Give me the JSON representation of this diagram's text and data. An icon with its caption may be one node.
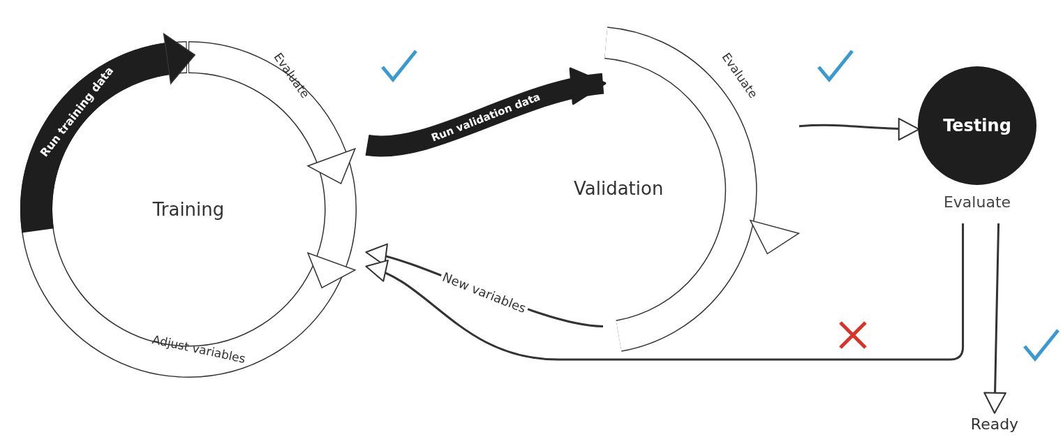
{
  "diagram": {
    "nodes": [
      {
        "text": [
          "Training"
        ]
      },
      {
        "text": [
          "Validation"
        ]
      },
      {
        "text": [
          "Testing"
        ],
        "beside": [
          "Evaluate"
        ]
      },
      {
        "text": [
          "Ready"
        ]
      }
    ],
    "edges": [
      {
        "from": 0,
        "to": 1,
        "arrow": "to",
        "label": "Run validation data",
        "style": "thick",
        "color": "#1e1e1e"
      },
      {
        "from": 1,
        "to": 2,
        "arrow": "to"
      },
      {
        "from": 1,
        "to": 0,
        "arrow": "to",
        "label": "New variables"
      },
      {
        "from": 2,
        "to": 0,
        "arrow": "to"
      },
      {
        "from": 2,
        "to": 3,
        "arrow": "to"
      }
    ],
    "labels": [
      "Run training data",
      "Evaluate",
      "Adjust variables",
      "Evaluate"
    ]
  }
}
